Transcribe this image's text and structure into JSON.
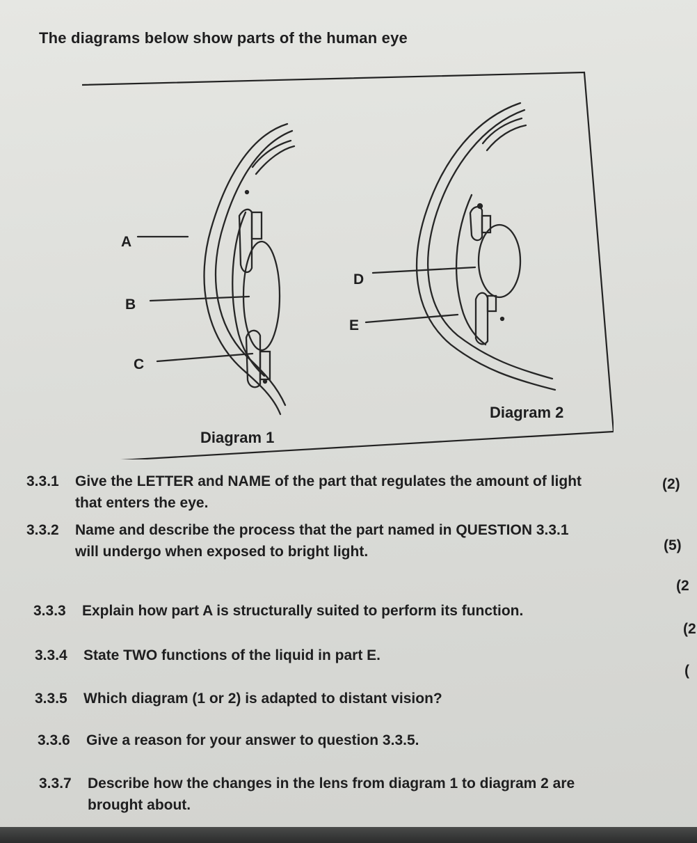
{
  "intro": "The diagrams below show parts of the human eye",
  "diagram1": {
    "caption": "Diagram 1",
    "labels": [
      "A",
      "B",
      "C"
    ]
  },
  "diagram2": {
    "caption": "Diagram 2",
    "labels": [
      "D",
      "E"
    ]
  },
  "questions": [
    {
      "number": "3.3.1",
      "line1": "Give the LETTER and NAME of the part that regulates the amount of light",
      "line2": "that enters the eye.",
      "mark": "(2)"
    },
    {
      "number": "3.3.2",
      "line1": "Name and describe the process that the part named in QUESTION 3.3.1",
      "line2": "will undergo when exposed to bright light.",
      "mark": "(5)"
    },
    {
      "number": "3.3.3",
      "line1": "Explain how part A is structurally suited to perform its function.",
      "mark": "(2"
    },
    {
      "number": "3.3.4",
      "line1": "State TWO functions of the liquid in part E.",
      "mark": "(2"
    },
    {
      "number": "3.3.5",
      "line1": "Which diagram (1 or 2) is adapted to distant vision?",
      "mark": "("
    },
    {
      "number": "3.3.6",
      "line1": "Give a reason for your answer to question 3.3.5."
    },
    {
      "number": "3.3.7",
      "line1": "Describe how the changes in the lens from diagram 1 to diagram 2 are",
      "line2": "brought about."
    }
  ]
}
